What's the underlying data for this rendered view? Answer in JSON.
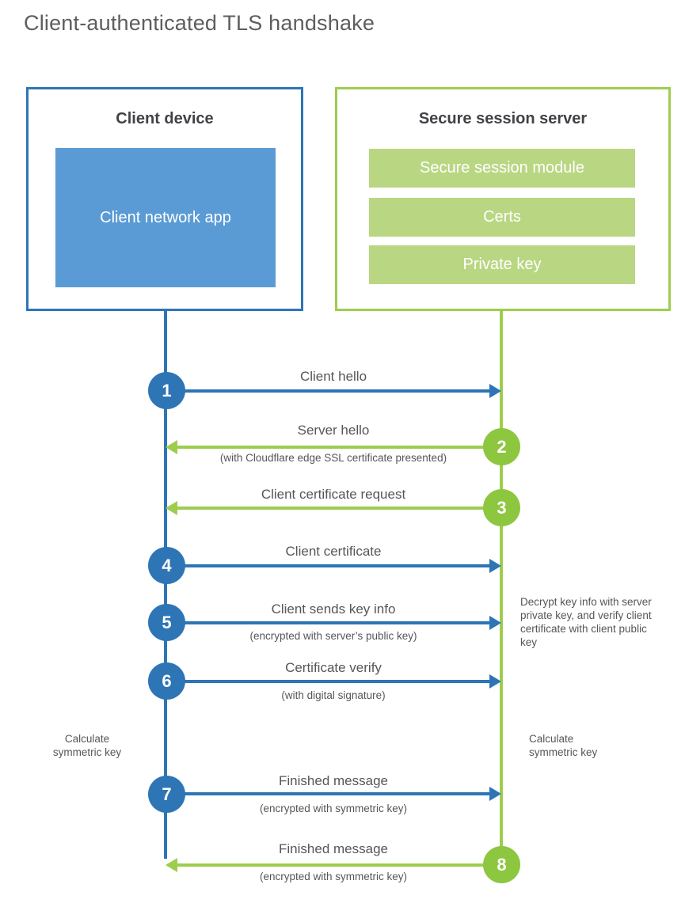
{
  "title": "Client-authenticated TLS handshake",
  "colors": {
    "blue": "#2e75b6",
    "blue_light": "#5b9bd5",
    "green": "#8dc63f",
    "green_line": "#9ecd4e",
    "green_bar": "#b9d783"
  },
  "client": {
    "title": "Client device",
    "app_label": "Client network app"
  },
  "server": {
    "title": "Secure session server",
    "modules": [
      "Secure session module",
      "Certs",
      "Private key"
    ]
  },
  "steps": [
    {
      "num": "1",
      "actor": "client",
      "direction": "right",
      "label": "Client hello",
      "sublabel": ""
    },
    {
      "num": "2",
      "actor": "server",
      "direction": "left",
      "label": "Server hello",
      "sublabel": "(with Cloudflare edge SSL certificate presented)"
    },
    {
      "num": "3",
      "actor": "server",
      "direction": "left",
      "label": "Client certificate request",
      "sublabel": ""
    },
    {
      "num": "4",
      "actor": "client",
      "direction": "right",
      "label": "Client certificate",
      "sublabel": ""
    },
    {
      "num": "5",
      "actor": "client",
      "direction": "right",
      "label": "Client sends key info",
      "sublabel": "(encrypted with server’s public key)"
    },
    {
      "num": "6",
      "actor": "client",
      "direction": "right",
      "label": "Certificate verify",
      "sublabel": "(with digital signature)"
    },
    {
      "num": "7",
      "actor": "client",
      "direction": "right",
      "label": "Finished message",
      "sublabel": "(encrypted with symmetric key)"
    },
    {
      "num": "8",
      "actor": "server",
      "direction": "left",
      "label": "Finished message",
      "sublabel": "(encrypted with symmetric key)"
    }
  ],
  "notes": {
    "left_calc": "Calculate symmetric key",
    "right_calc": "Calculate symmetric key",
    "decrypt": "Decrypt key info with server private key, and verify client certificate with client public key"
  }
}
